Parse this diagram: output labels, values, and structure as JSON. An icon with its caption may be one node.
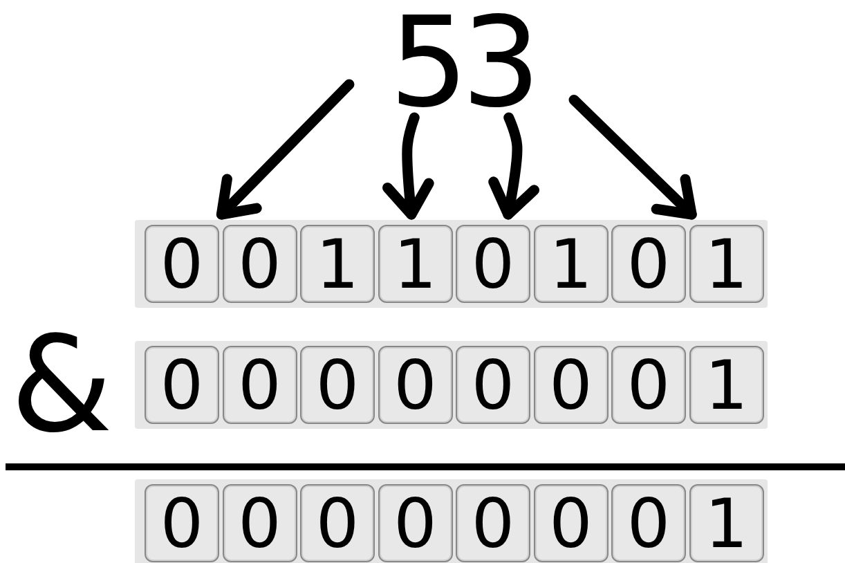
{
  "diagram": {
    "nodes": [
      {
        "text": [
          "53"
        ]
      },
      {
        "text": [],
        "shape": "bar"
      },
      {
        "text": [
          "0"
        ],
        "in": 1
      },
      {
        "text": [
          "0"
        ],
        "in": 1
      },
      {
        "text": [
          "1"
        ],
        "in": 1
      },
      {
        "text": [
          "1"
        ],
        "in": 1
      },
      {
        "text": [
          "0"
        ],
        "in": 1
      },
      {
        "text": [
          "1"
        ],
        "in": 1
      },
      {
        "text": [
          "0"
        ],
        "in": 1
      },
      {
        "text": [
          "1"
        ],
        "in": 1
      },
      {
        "text": [],
        "shape": "bar"
      },
      {
        "text": [
          "0"
        ],
        "in": 10
      },
      {
        "text": [
          "0"
        ],
        "in": 10
      },
      {
        "text": [
          "0"
        ],
        "in": 10
      },
      {
        "text": [
          "0"
        ],
        "in": 10
      },
      {
        "text": [
          "0"
        ],
        "in": 10
      },
      {
        "text": [
          "0"
        ],
        "in": 10
      },
      {
        "text": [
          "0"
        ],
        "in": 10
      },
      {
        "text": [
          "1"
        ],
        "in": 10
      },
      {
        "text": [],
        "shape": "bar"
      },
      {
        "text": [
          "0"
        ],
        "in": 19
      },
      {
        "text": [
          "0"
        ],
        "in": 19
      },
      {
        "text": [
          "0"
        ],
        "in": 19
      },
      {
        "text": [
          "0"
        ],
        "in": 19
      },
      {
        "text": [
          "0"
        ],
        "in": 19
      },
      {
        "text": [
          "0"
        ],
        "in": 19
      },
      {
        "text": [
          "0"
        ],
        "in": 19
      },
      {
        "text": [
          "1"
        ],
        "in": 19
      }
    ],
    "edges": [
      {
        "from": 0,
        "to": 1,
        "arrow": "to"
      },
      {
        "from": 0,
        "to": 1,
        "arrow": "to"
      },
      {
        "from": 0,
        "to": 1,
        "arrow": "to"
      },
      {
        "from": 0,
        "to": 1,
        "arrow": "to"
      }
    ],
    "labels": [
      "&"
    ]
  }
}
